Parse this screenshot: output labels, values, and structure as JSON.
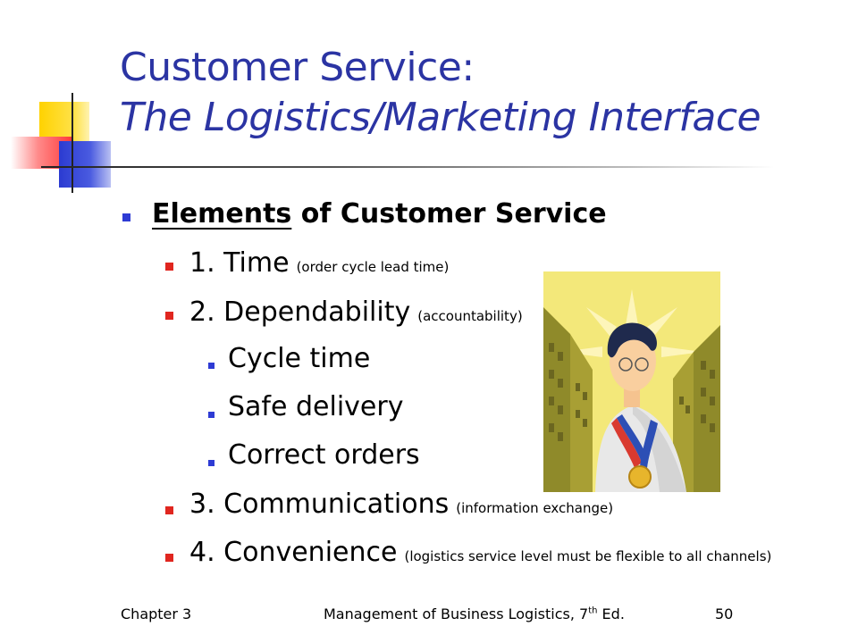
{
  "title": {
    "line1": "Customer Service:",
    "line2": "The Logistics/Marketing Interface"
  },
  "heading": {
    "underlined": "Elements",
    "rest": " of Customer Service"
  },
  "items": [
    {
      "label": "1. Time",
      "note": "(order cycle lead time)"
    },
    {
      "label": "2. Dependability",
      "note": "(accountability)"
    },
    {
      "label": "3. Communications",
      "note": "(information exchange)"
    },
    {
      "label": "4. Convenience",
      "note": "(logistics service level must be flexible to all channels)"
    }
  ],
  "subitems": [
    "Cycle time",
    "Safe delivery",
    "Correct orders"
  ],
  "footer": {
    "chapter": "Chapter 3",
    "book_pre": "Management of Business Logistics, 7",
    "book_sup": "th",
    "book_post": " Ed.",
    "page": "50"
  },
  "colors": {
    "title": "#2b34a3",
    "bullet_lvl1": "#2e3bd4",
    "bullet_lvl2": "#e0261f",
    "bullet_lvl3": "#2e3bd4"
  }
}
